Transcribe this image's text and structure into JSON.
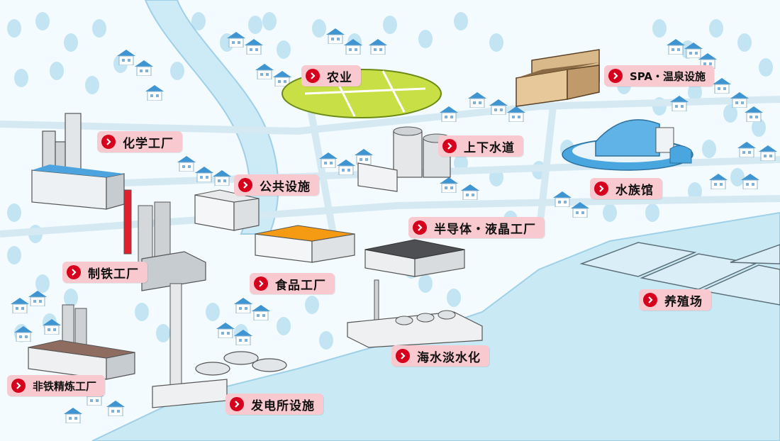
{
  "map": {
    "labels": [
      {
        "id": "agriculture",
        "text": "农业"
      },
      {
        "id": "spa",
        "text": "SPA・温泉设施"
      },
      {
        "id": "chemical",
        "text": "化学工厂"
      },
      {
        "id": "water-supply",
        "text": "上下水道"
      },
      {
        "id": "public",
        "text": "公共设施"
      },
      {
        "id": "aquarium",
        "text": "水族馆"
      },
      {
        "id": "semiconductor",
        "text": "半导体・液晶工厂"
      },
      {
        "id": "steel",
        "text": "制铁工厂"
      },
      {
        "id": "food",
        "text": "食品工厂"
      },
      {
        "id": "fish-farm",
        "text": "养殖场"
      },
      {
        "id": "desalination",
        "text": "海水淡水化"
      },
      {
        "id": "nonferrous",
        "text": "非铁精炼工厂"
      },
      {
        "id": "power",
        "text": "发电所设施"
      }
    ]
  },
  "colors": {
    "sea": "#c9eaf5",
    "river": "#cdeaf7",
    "ground": "#f4fbfe",
    "tree": "#bfe2f2",
    "house_roof": "#3f95d2",
    "farm": "#c8e046",
    "label_bg": "#f8c9cf",
    "label_chevron": "#d6001c"
  }
}
